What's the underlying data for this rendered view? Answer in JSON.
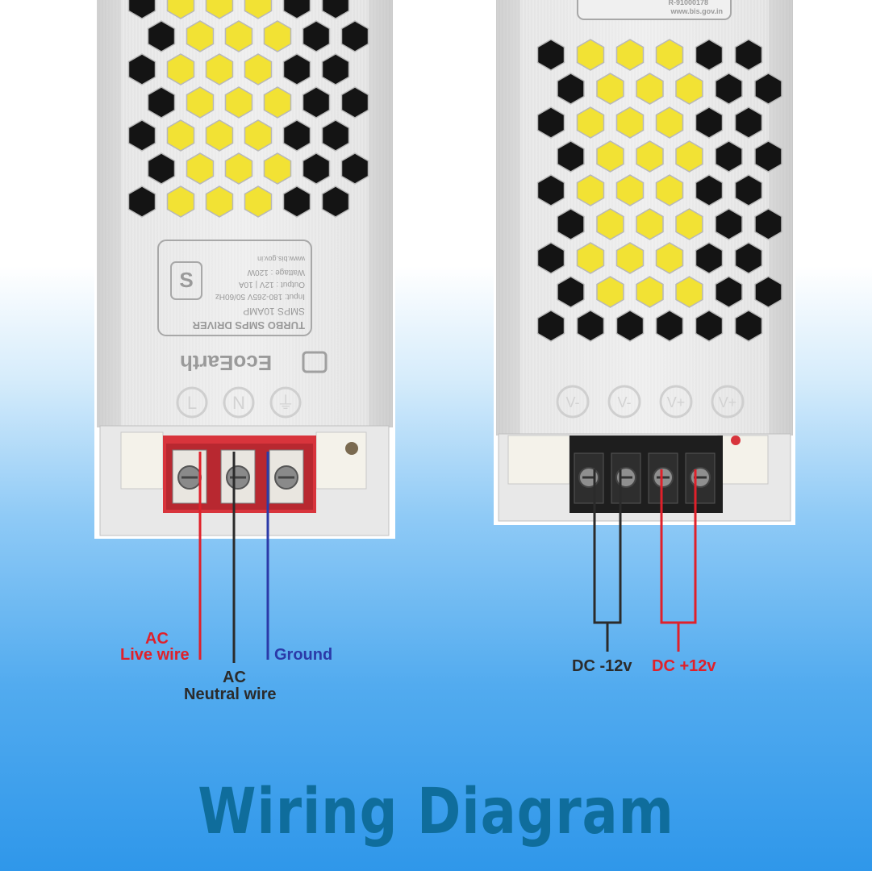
{
  "left_unit": {
    "brand": "EcoEarth",
    "label_lines": [
      "TURBO SMPS DRIVER",
      "SMPS 10AMP",
      "Input: 180-265V 50/60Hz",
      "Output : 12V | 10A",
      "Wattage : 120W",
      "www.bis.gov.in"
    ],
    "terminal_marks": [
      "L",
      "N",
      "⏚"
    ]
  },
  "right_unit": {
    "cert_lines": [
      "R-91000178",
      "www.bis.gov.in"
    ],
    "terminal_marks": [
      "V-",
      "V-",
      "V+",
      "V+"
    ]
  },
  "labels": {
    "ac_live_line1": "AC",
    "ac_live_line2": "Live wire",
    "ac_neutral_line1": "AC",
    "ac_neutral_line2": "Neutral wire",
    "ground": "Ground",
    "dc_negative": "DC -12v",
    "dc_positive": "DC +12v"
  },
  "title": "Wiring Diagram",
  "colors": {
    "live": "#e0202a",
    "neutral": "#2b2b2b",
    "ground": "#2b3aa8",
    "title": "#0f6d9c"
  }
}
